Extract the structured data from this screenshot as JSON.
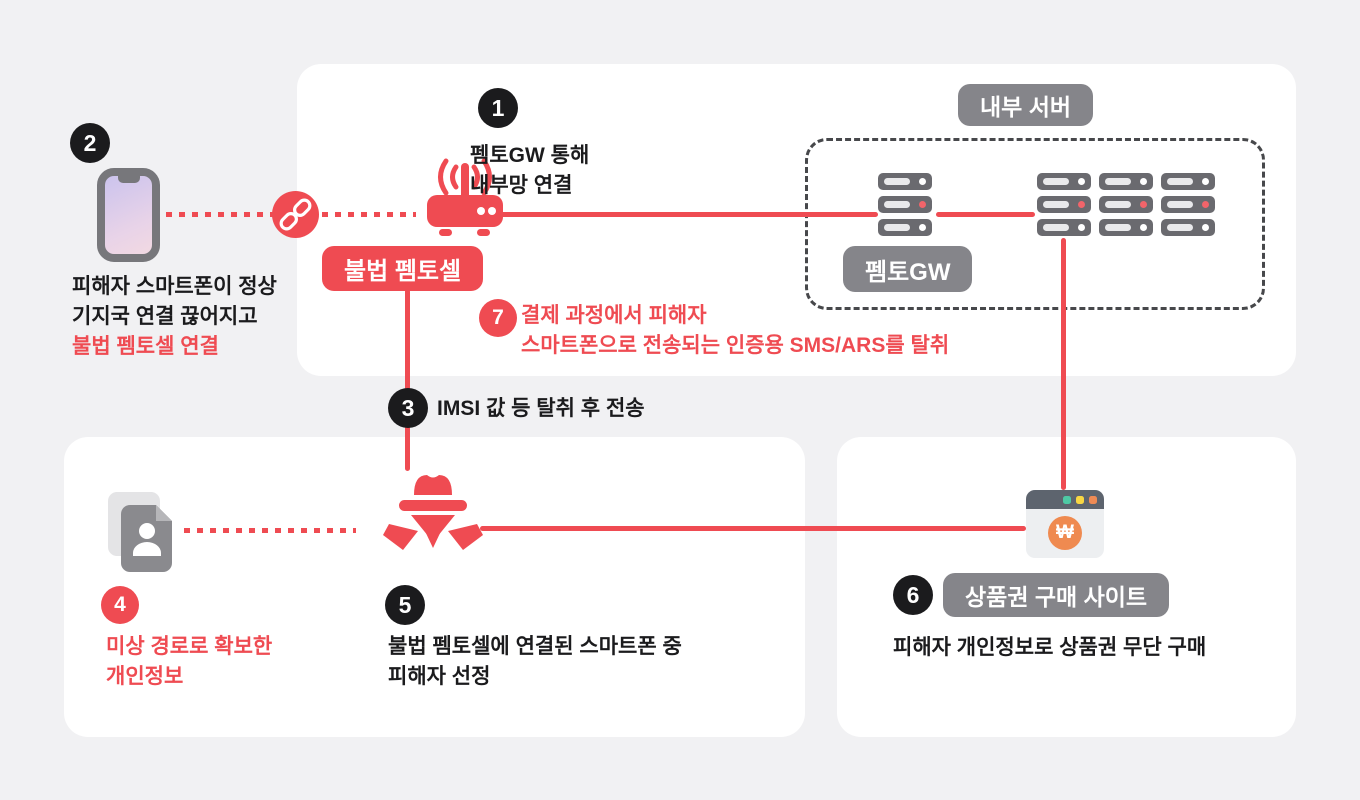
{
  "colors": {
    "accent_red": "#ef4b52",
    "badge_gray": "#85858a",
    "circle_black": "#1b1b1d",
    "server_gray": "#6a6a6f",
    "background": "#f1f1f3",
    "card": "#ffffff",
    "won_orange": "#ef8a50",
    "browser_dot_green": "#4ec9a4",
    "browser_dot_yellow": "#f7d643",
    "browser_dot_orange": "#ef8b55"
  },
  "labels": {
    "illegal_femtocell": "불법 펨토셀",
    "internal_server": "내부 서버",
    "femto_gw": "펨토GW",
    "gift_site": "상품권 구매 사이트"
  },
  "steps": {
    "s1": {
      "num": "1",
      "line1": "펨토GW 통해",
      "line2": "내부망 연결"
    },
    "s2": {
      "num": "2",
      "line1": "피해자 스마트폰이 정상",
      "line2": "기지국 연결 끊어지고",
      "line3": "불법 펨토셀 연결"
    },
    "s3": {
      "num": "3",
      "text": "IMSI 값 등 탈취 후 전송"
    },
    "s4": {
      "num": "4",
      "line1": "미상 경로로 확보한",
      "line2": "개인정보"
    },
    "s5": {
      "num": "5",
      "line1": "불법 펨토셀에 연결된 스마트폰 중",
      "line2": "피해자 선정"
    },
    "s6": {
      "num": "6",
      "text": "피해자 개인정보로 상품권 무단 구매"
    },
    "s7": {
      "num": "7",
      "line1": "결제 과정에서 피해자",
      "line2": "스마트폰으로 전송되는 인증용 SMS/ARS를 탈취"
    }
  },
  "icons": {
    "won_symbol": "₩"
  }
}
